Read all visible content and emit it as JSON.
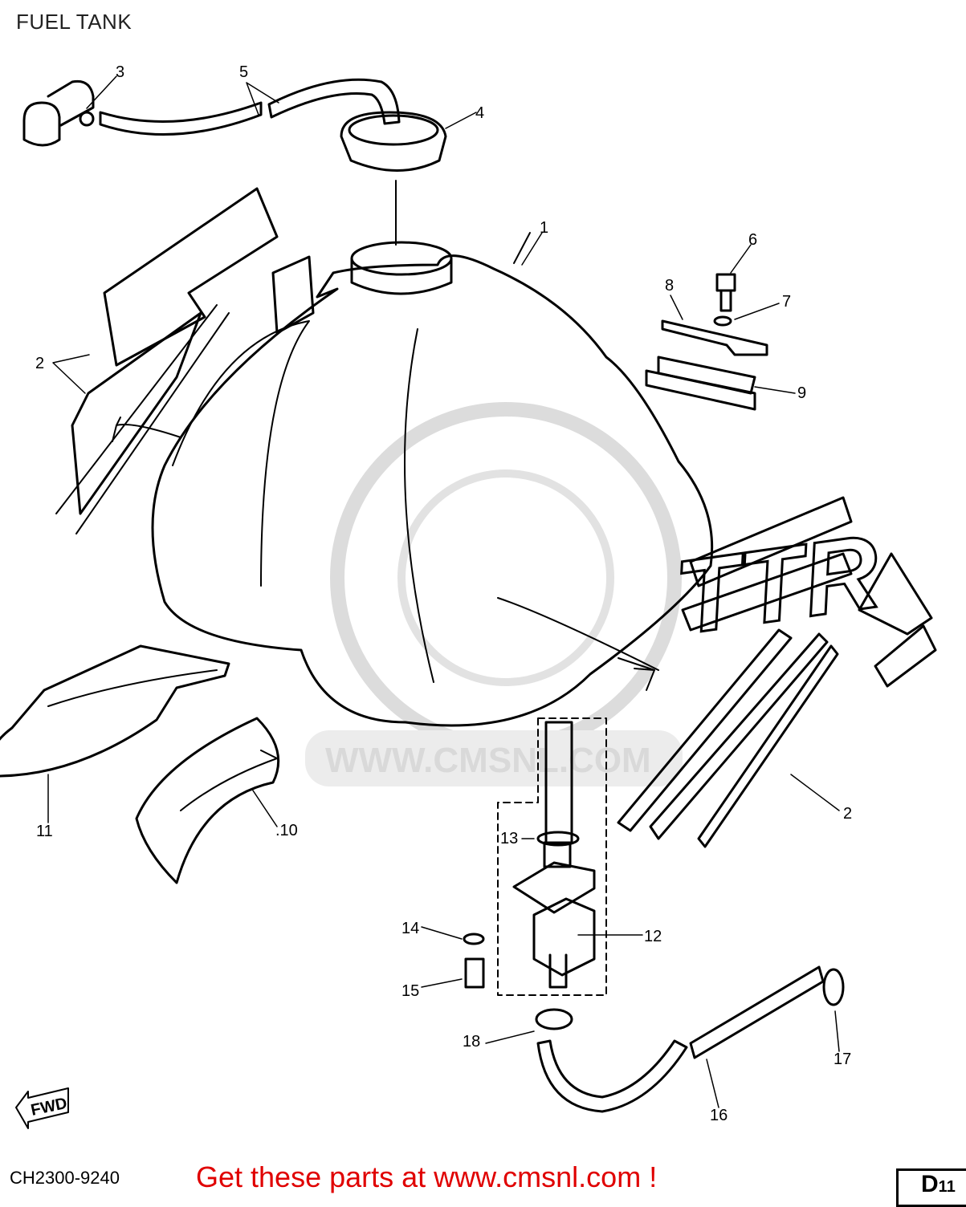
{
  "title": "FUEL TANK",
  "watermark": "WWW.CMSNL.COM",
  "decal_text": "TTR",
  "fwd_label": "FWD",
  "drawing_code": "CH2300-9240",
  "cta": "Get these parts at www.cmsnl.com !",
  "page_ref": {
    "letter": "D",
    "number": "11"
  },
  "callouts": [
    "1",
    "2",
    "2",
    "3",
    "4",
    "5",
    "6",
    "7",
    "8",
    "9",
    ".10",
    "11",
    "12",
    "13",
    "14",
    "15",
    "16",
    "17",
    "18"
  ],
  "colors": {
    "line": "#000000",
    "cta": "#e00000",
    "watermark": "#d9d9d9"
  }
}
